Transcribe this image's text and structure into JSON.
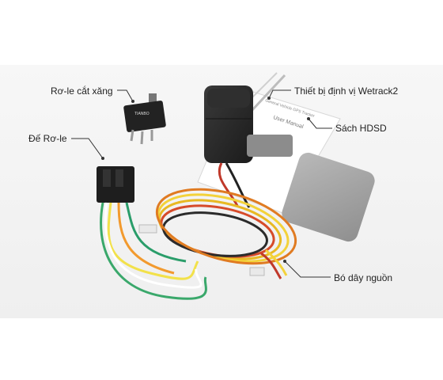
{
  "labels": {
    "relay": "Rơ-le cắt xăng",
    "relay_socket": "Đế Rơ-le",
    "tracker": "Thiết bị định vị Wetrack2",
    "manual": "Sách HDSD",
    "harness": "Bó dây nguồn"
  },
  "manual_text": {
    "title": "User Manual",
    "subtitle": "General Vehicle GPS Tracker"
  },
  "relay_text": {
    "brand": "TIANBO"
  }
}
